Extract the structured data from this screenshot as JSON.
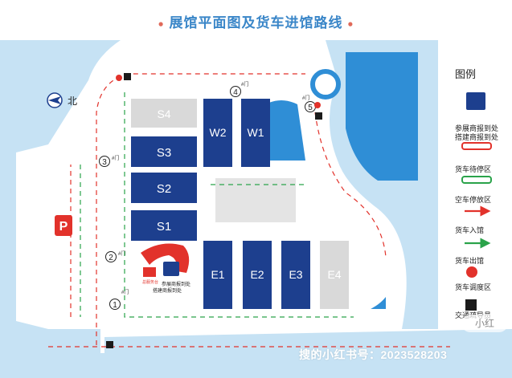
{
  "title": "展馆平面图及货车进馆路线",
  "compass": {
    "label": "北"
  },
  "halls": {
    "S4": "S4",
    "S3": "S3",
    "S2": "S2",
    "S1": "S1",
    "W2": "W2",
    "W1": "W1",
    "E1": "E1",
    "E2": "E2",
    "E3": "E3",
    "E4": "E4"
  },
  "gates": [
    {
      "num": "1",
      "label": "#门"
    },
    {
      "num": "2",
      "label": "#门"
    },
    {
      "num": "3",
      "label": "#门"
    },
    {
      "num": "4",
      "label": "#门"
    },
    {
      "num": "5",
      "label": "#门"
    }
  ],
  "parking": {
    "label": "P"
  },
  "registration": {
    "sign": "总服务台",
    "line1": "参展商报到处",
    "line2": "搭建商报到处"
  },
  "legend": {
    "title": "图例",
    "items": [
      {
        "icon": "registration-icon",
        "line1": "参展商报到处",
        "line2": "搭建商报到处"
      },
      {
        "icon": "truck-waiting-icon",
        "line1": "货车待停区",
        "line2": ""
      },
      {
        "icon": "empty-truck-parking-icon",
        "line1": "空车停放区",
        "line2": ""
      },
      {
        "icon": "truck-entry-arrow-icon",
        "line1": "货车入馆",
        "line2": ""
      },
      {
        "icon": "truck-exit-arrow-icon",
        "line1": "货车出馆",
        "line2": ""
      },
      {
        "icon": "dispatch-area-icon",
        "line1": "货车调度区",
        "line2": ""
      },
      {
        "icon": "traffic-police-icon",
        "line1": "交通疏导员",
        "line2": ""
      }
    ]
  },
  "watermark": "搜的小红书号：2023528203",
  "watermark_small": "小红",
  "colors": {
    "water": "#c6e2f4",
    "water_dark": "#2f8ed6",
    "hall_blue": "#1d3f8e",
    "hall_grey": "#d9d9d9",
    "road": "#ffffff",
    "entry": "#e2322b",
    "exit": "#2aa34a",
    "title": "#3a86c8"
  }
}
